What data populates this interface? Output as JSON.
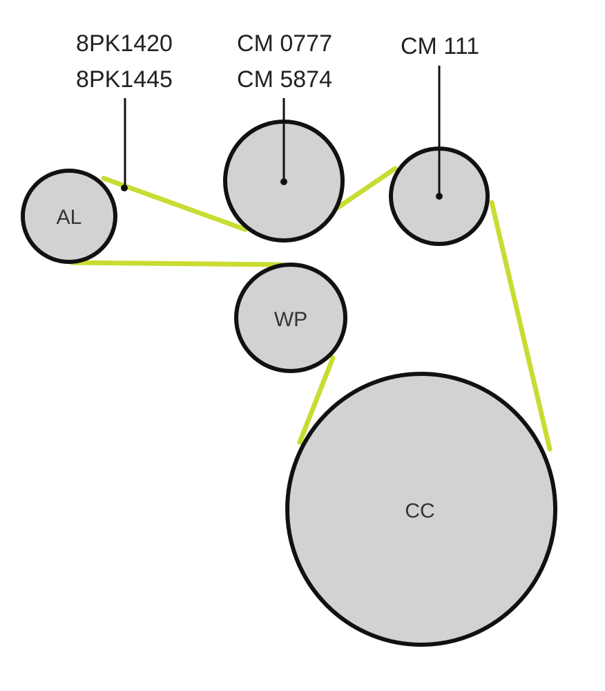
{
  "labels": {
    "belt_part_1": "8PK1420",
    "belt_part_2": "8PK1445",
    "idler_part_1": "CM 0777",
    "idler_part_2": "CM 5874",
    "tensioner_part": "CM 111"
  },
  "pulleys": {
    "alternator": "AL",
    "water_pump": "WP",
    "crankshaft": "CC"
  },
  "colors": {
    "belt": "#c8dc32",
    "pulley_fill": "#d2d2d4",
    "outline": "#111111"
  }
}
